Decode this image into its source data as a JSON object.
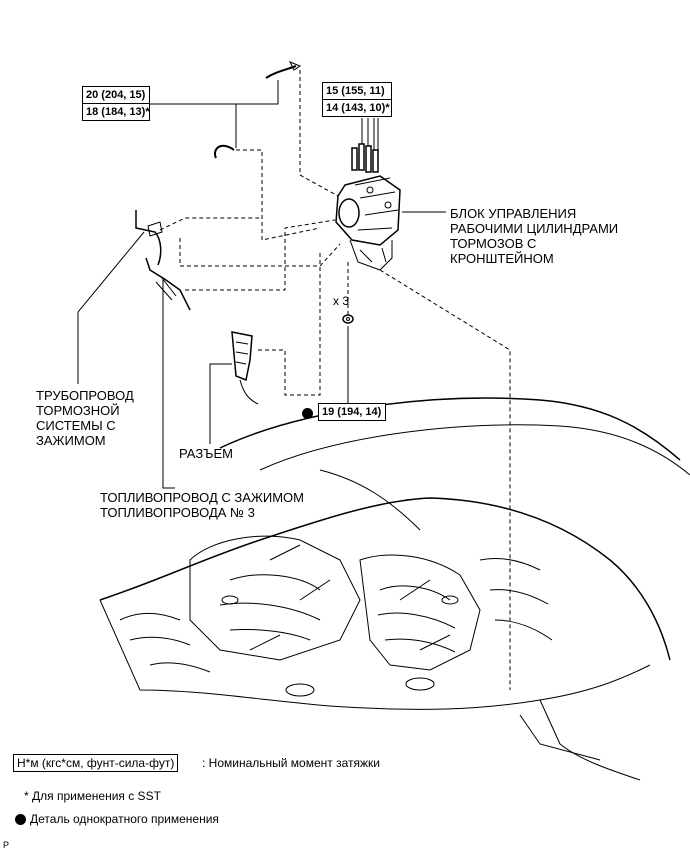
{
  "torque_boxes": {
    "pipe_torque": [
      "20 (204, 15)",
      "18 (184, 13)*"
    ],
    "bolt_torque": [
      "15 (155, 11)",
      "14 (143, 10)*"
    ],
    "nut_torque": [
      "19 (194, 14)"
    ]
  },
  "labels": {
    "brake_actuator": "БЛОК УПРАВЛЕНИЯ\nРАБОЧИМИ ЦИЛИНДРАМИ\nТОРМОЗОВ С\nКРОНШТЕЙНОМ",
    "brake_line": "ТРУБОПРОВОД\nТОРМОЗНОЙ\nСИСТЕМЫ С\nЗАЖИМОМ",
    "connector": "РАЗЪЕМ",
    "fuel_line": "ТОПЛИВОПРОВОД С ЗАЖИМОМ\nТОПЛИВОПРОВОДА № 3",
    "quantity": "x 3"
  },
  "legend": {
    "torque_unit": "Н*м (кгс*см, фунт-сила-фут)",
    "torque_desc": ": Номинальный момент затяжки",
    "sst_note": "* Для применения с SST",
    "single_use_note": "Деталь однократного применения"
  },
  "corner_mark": "P"
}
